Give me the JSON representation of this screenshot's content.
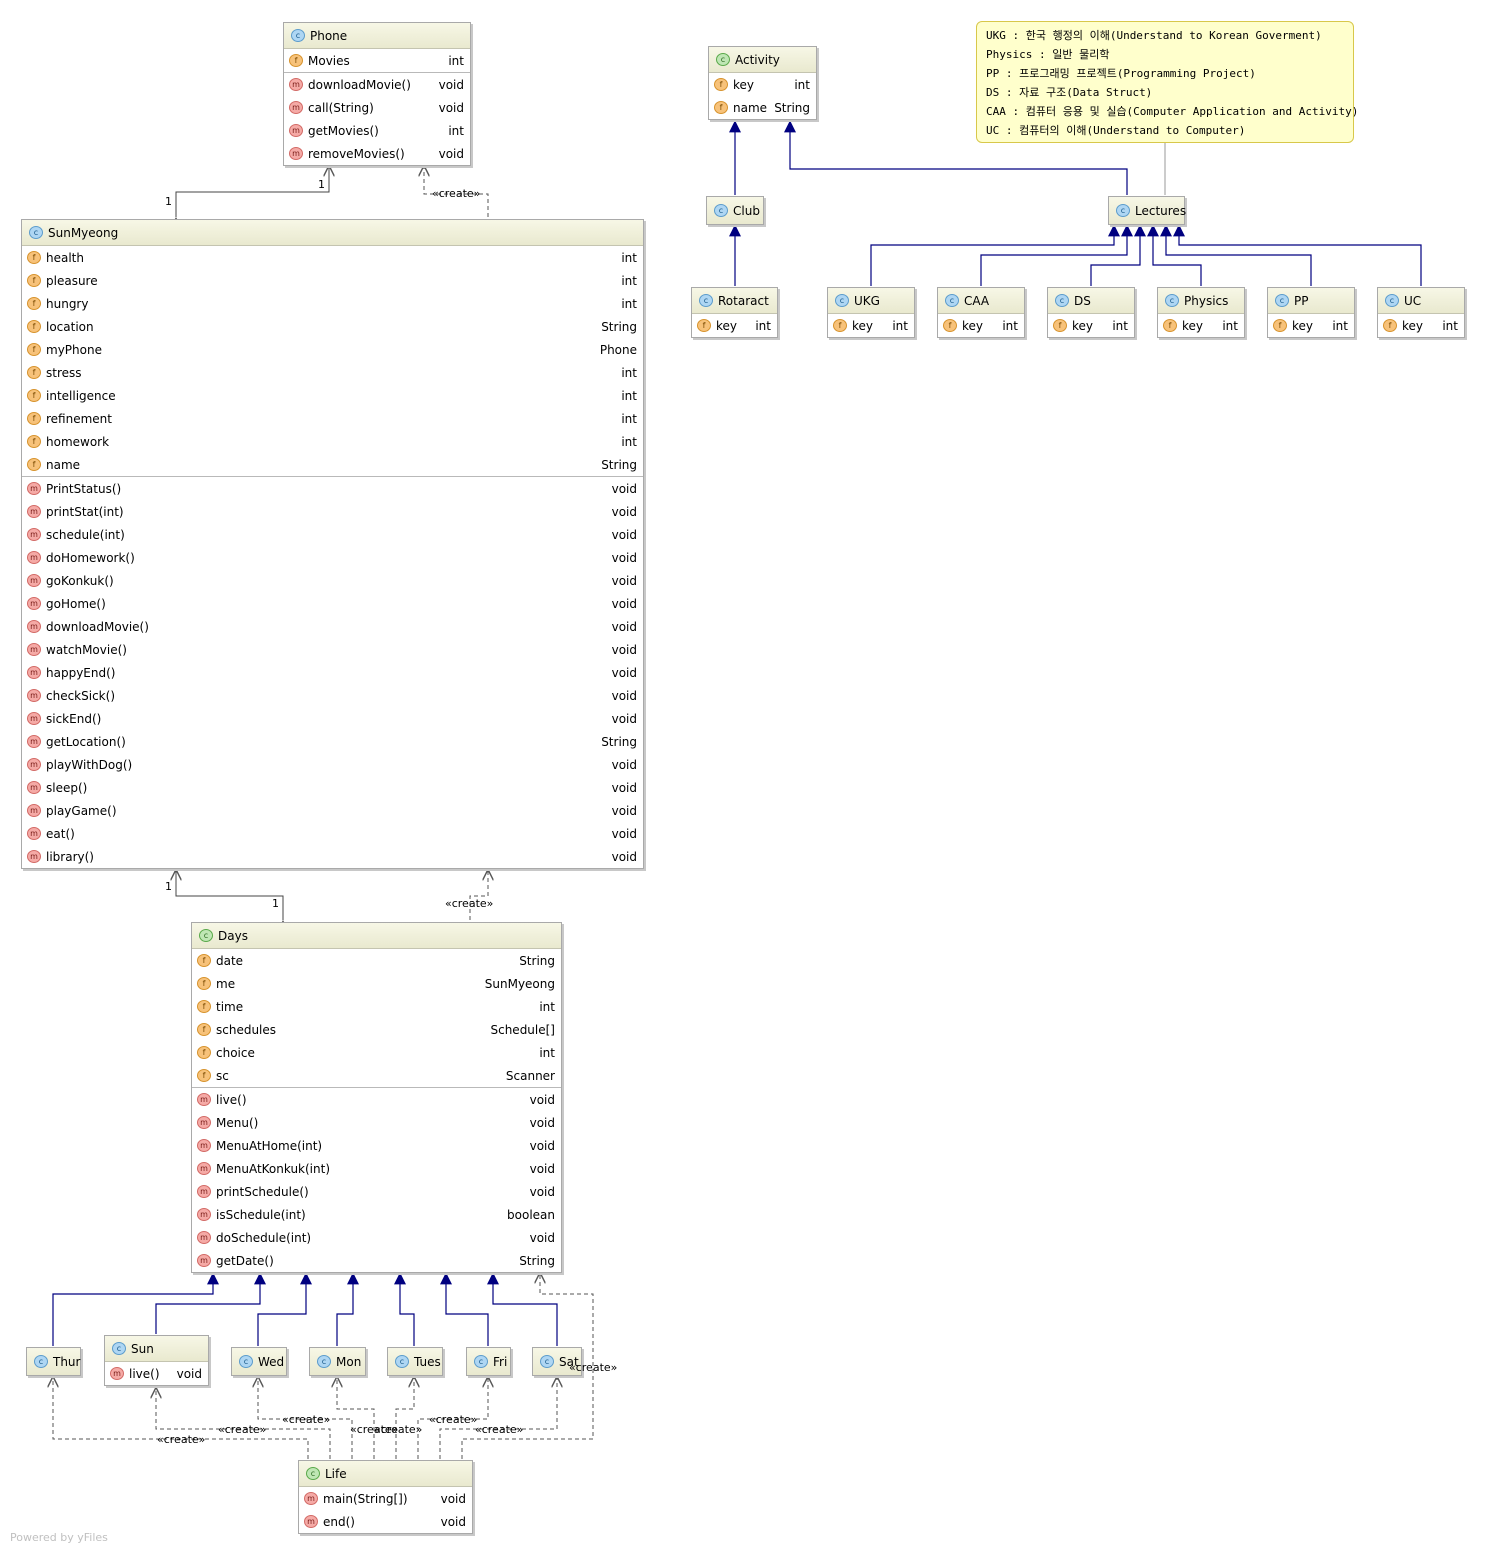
{
  "note": {
    "lines": [
      "UKG : 한국 행정의 이해(Understand to Korean Goverment)",
      "Physics : 일반 물리학",
      "PP : 프로그래밍 프로젝트(Programming Project)",
      "DS : 자료 구조(Data Struct)",
      "CAA : 컴퓨터 응용 및 실습(Computer Application and Activity)",
      "UC : 컴퓨터의 이해(Understand to Computer)"
    ]
  },
  "classes": {
    "phone": {
      "name": "Phone",
      "fields": [
        {
          "name": "Movies",
          "type": "int"
        }
      ],
      "methods": [
        {
          "name": "downloadMovie()",
          "type": "void"
        },
        {
          "name": "call(String)",
          "type": "void"
        },
        {
          "name": "getMovies()",
          "type": "int"
        },
        {
          "name": "removeMovies()",
          "type": "void"
        }
      ]
    },
    "sunmyeong": {
      "name": "SunMyeong",
      "fields": [
        {
          "name": "health",
          "type": "int"
        },
        {
          "name": "pleasure",
          "type": "int"
        },
        {
          "name": "hungry",
          "type": "int"
        },
        {
          "name": "location",
          "type": "String"
        },
        {
          "name": "myPhone",
          "type": "Phone"
        },
        {
          "name": "stress",
          "type": "int"
        },
        {
          "name": "intelligence",
          "type": "int"
        },
        {
          "name": "refinement",
          "type": "int"
        },
        {
          "name": "homework",
          "type": "int"
        },
        {
          "name": "name",
          "type": "String"
        }
      ],
      "methods": [
        {
          "name": "PrintStatus()",
          "type": "void"
        },
        {
          "name": "printStat(int)",
          "type": "void"
        },
        {
          "name": "schedule(int)",
          "type": "void"
        },
        {
          "name": "doHomework()",
          "type": "void"
        },
        {
          "name": "goKonkuk()",
          "type": "void"
        },
        {
          "name": "goHome()",
          "type": "void"
        },
        {
          "name": "downloadMovie()",
          "type": "void"
        },
        {
          "name": "watchMovie()",
          "type": "void"
        },
        {
          "name": "happyEnd()",
          "type": "void"
        },
        {
          "name": "checkSick()",
          "type": "void"
        },
        {
          "name": "sickEnd()",
          "type": "void"
        },
        {
          "name": "getLocation()",
          "type": "String"
        },
        {
          "name": "playWithDog()",
          "type": "void"
        },
        {
          "name": "sleep()",
          "type": "void"
        },
        {
          "name": "playGame()",
          "type": "void"
        },
        {
          "name": "eat()",
          "type": "void"
        },
        {
          "name": "library()",
          "type": "void"
        }
      ]
    },
    "days": {
      "name": "Days",
      "fields": [
        {
          "name": "date",
          "type": "String"
        },
        {
          "name": "me",
          "type": "SunMyeong"
        },
        {
          "name": "time",
          "type": "int"
        },
        {
          "name": "schedules",
          "type": "Schedule[]"
        },
        {
          "name": "choice",
          "type": "int"
        },
        {
          "name": "sc",
          "type": "Scanner"
        }
      ],
      "methods": [
        {
          "name": "live()",
          "type": "void"
        },
        {
          "name": "Menu()",
          "type": "void"
        },
        {
          "name": "MenuAtHome(int)",
          "type": "void"
        },
        {
          "name": "MenuAtKonkuk(int)",
          "type": "void"
        },
        {
          "name": "printSchedule()",
          "type": "void"
        },
        {
          "name": "isSchedule(int)",
          "type": "boolean"
        },
        {
          "name": "doSchedule(int)",
          "type": "void"
        },
        {
          "name": "getDate()",
          "type": "String"
        }
      ]
    },
    "life": {
      "name": "Life",
      "fields": [],
      "methods": [
        {
          "name": "main(String[])",
          "type": "void"
        },
        {
          "name": "end()",
          "type": "void"
        }
      ]
    },
    "activity": {
      "name": "Activity",
      "fields": [
        {
          "name": "key",
          "type": "int"
        },
        {
          "name": "name",
          "type": "String"
        }
      ],
      "methods": []
    },
    "club": {
      "name": "Club",
      "fields": [],
      "methods": []
    },
    "lectures": {
      "name": "Lectures",
      "fields": [],
      "methods": []
    },
    "rotaract": {
      "name": "Rotaract",
      "fields": [
        {
          "name": "key",
          "type": "int"
        }
      ],
      "methods": []
    },
    "ukg": {
      "name": "UKG",
      "fields": [
        {
          "name": "key",
          "type": "int"
        }
      ],
      "methods": []
    },
    "caa": {
      "name": "CAA",
      "fields": [
        {
          "name": "key",
          "type": "int"
        }
      ],
      "methods": []
    },
    "ds": {
      "name": "DS",
      "fields": [
        {
          "name": "key",
          "type": "int"
        }
      ],
      "methods": []
    },
    "physics": {
      "name": "Physics",
      "fields": [
        {
          "name": "key",
          "type": "int"
        }
      ],
      "methods": []
    },
    "pp": {
      "name": "PP",
      "fields": [
        {
          "name": "key",
          "type": "int"
        }
      ],
      "methods": []
    },
    "uc": {
      "name": "UC",
      "fields": [
        {
          "name": "key",
          "type": "int"
        }
      ],
      "methods": []
    },
    "thur": {
      "name": "Thur",
      "fields": [],
      "methods": []
    },
    "sun": {
      "name": "Sun",
      "fields": [],
      "methods": [
        {
          "name": "live()",
          "type": "void"
        }
      ]
    },
    "wed": {
      "name": "Wed",
      "fields": [],
      "methods": []
    },
    "mon": {
      "name": "Mon",
      "fields": [],
      "methods": []
    },
    "tues": {
      "name": "Tues",
      "fields": [],
      "methods": []
    },
    "fri": {
      "name": "Fri",
      "fields": [],
      "methods": []
    },
    "sat": {
      "name": "Sat",
      "fields": [],
      "methods": []
    }
  },
  "labels": {
    "create": "«create»",
    "mult_one": "1"
  },
  "icons": {
    "class": "class-icon",
    "abstract": "abstract-class-icon",
    "field": "field-icon",
    "method": "method-icon"
  },
  "colors": {
    "header": "#eeeed8",
    "inheritance": "#000080",
    "note_bg": "#ffffcc",
    "field_icon": "#f7c27a",
    "method_icon": "#f5aaa6",
    "class_icon": "#aed6f3"
  },
  "footer": "Powered by yFiles"
}
